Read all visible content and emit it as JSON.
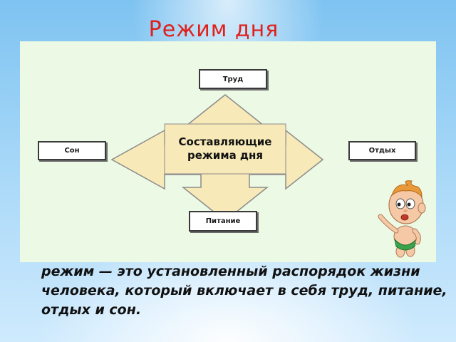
{
  "title": "Режим дня",
  "diagram": {
    "center": {
      "line1": "Составляющие",
      "line2": "режима дня"
    },
    "nodes": {
      "top": "Труд",
      "left": "Сон",
      "right": "Отдых",
      "bottom": "Питание"
    },
    "arrow_fill": "#f7e9b8",
    "arrow_stroke": "#8c8c8c"
  },
  "definition": "режим — это установленный распорядок жизни человека, который включает в себя труд, питание, отдых и сон.",
  "colors": {
    "title": "#e0201b",
    "panel": "#ecf9e4"
  },
  "icons": [
    "cartoon-child-pointing-icon"
  ]
}
